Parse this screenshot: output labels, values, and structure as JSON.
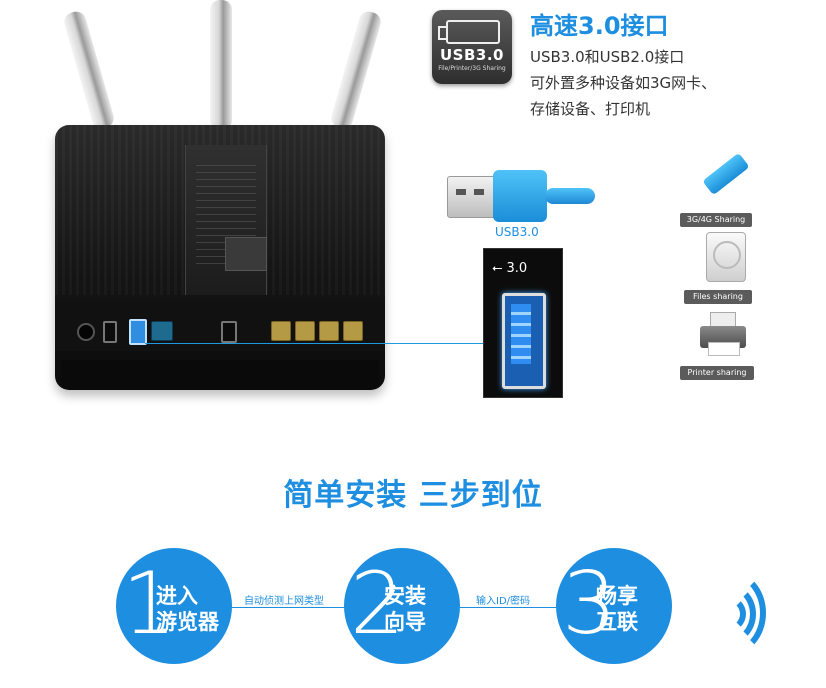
{
  "usb_section": {
    "logo_text": "USB3.0",
    "logo_subtext": "File/Printer/3G Sharing",
    "title": "高速3.0接口",
    "desc_lines": [
      "USB3.0和USB2.0接口",
      "可外置多种设备如3G网卡、",
      "存储设备、打印机"
    ],
    "cable_label": "USB3.0",
    "port_label": "⭠ 3.0"
  },
  "devices": [
    {
      "tag": "3G/4G Sharing",
      "icon": "usb-stick-icon"
    },
    {
      "tag": "Files sharing",
      "icon": "hard-disk-icon"
    },
    {
      "tag": "Printer sharing",
      "icon": "printer-icon"
    }
  ],
  "install": {
    "headline": "简单安装 三步到位",
    "steps": [
      {
        "num": "1",
        "line1": "进入",
        "line2": "游览器"
      },
      {
        "num": "2",
        "line1": "安装",
        "line2": "向导"
      },
      {
        "num": "3",
        "line1": "畅享",
        "line2": "互联"
      }
    ],
    "connectors": [
      "自动侦测上网类型",
      "输入ID/密码"
    ]
  },
  "colors": {
    "accent": "#1d8ee0",
    "router": "#151515",
    "lan_port": "#b59a46",
    "wan_port": "#1f6b8f"
  }
}
